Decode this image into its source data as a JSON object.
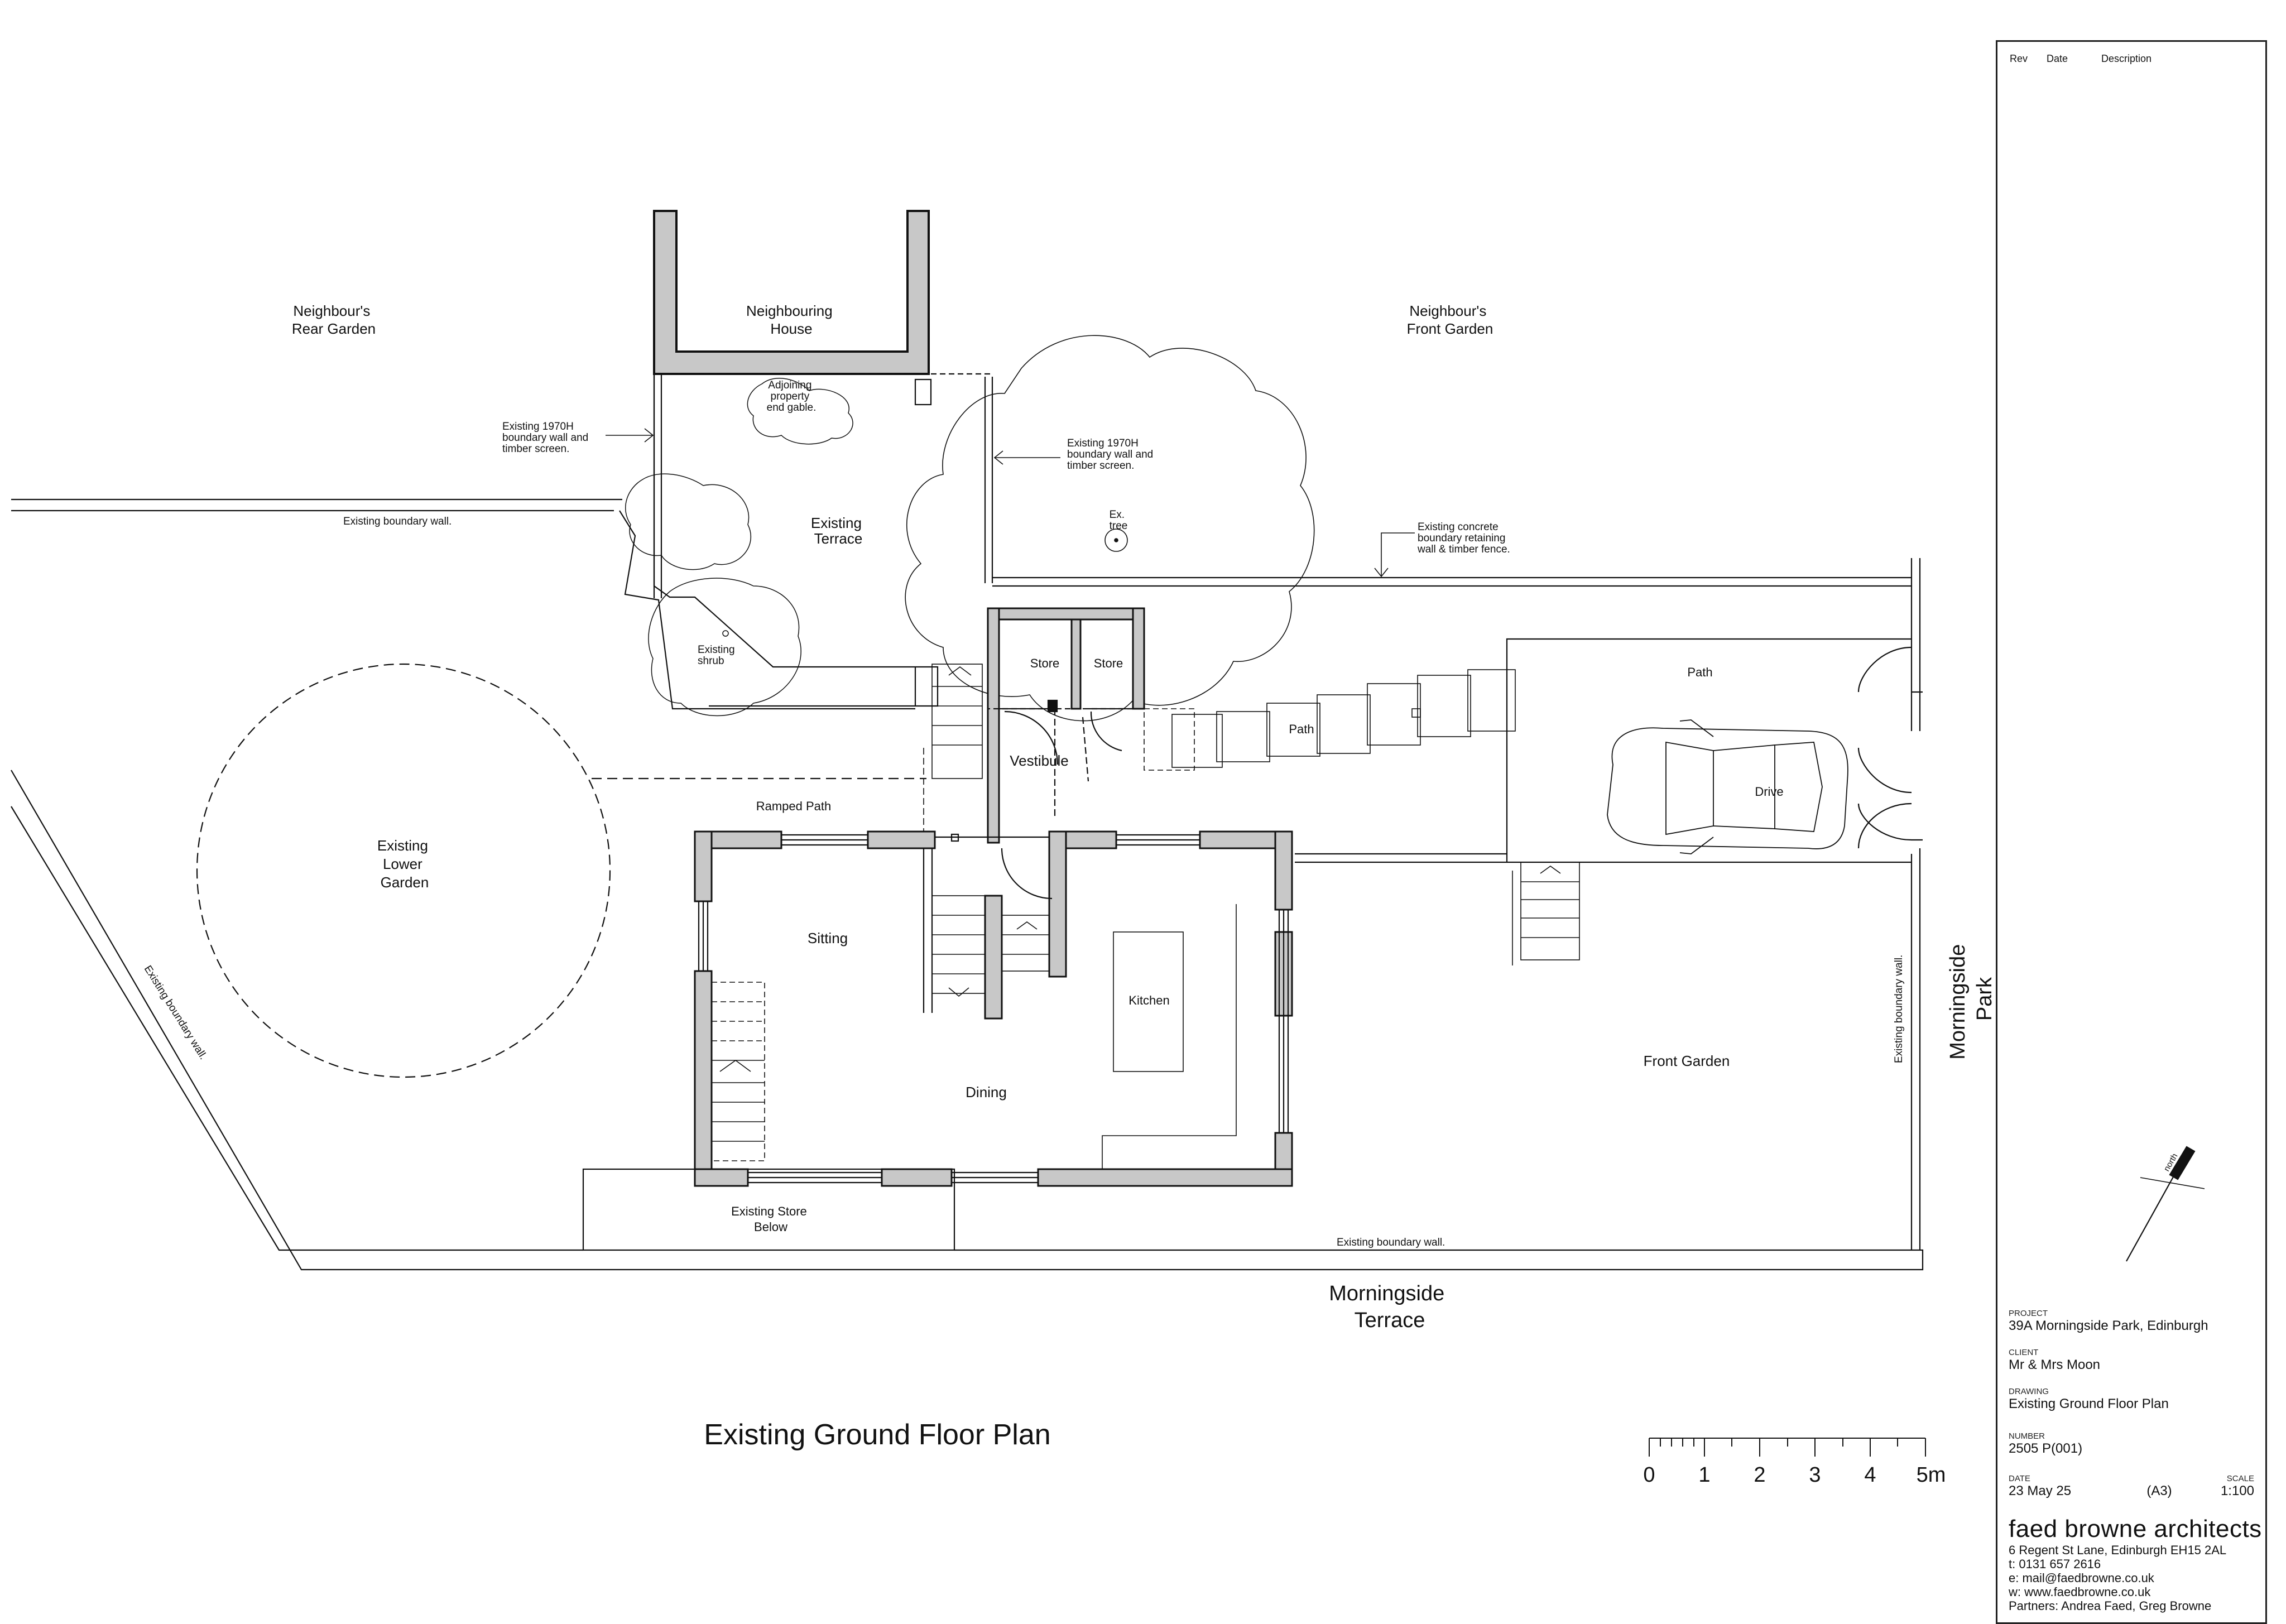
{
  "labels": {
    "neighbours_rear_garden": [
      "Neighbour's",
      "Rear Garden"
    ],
    "neighbouring_house": [
      "Neighbouring",
      "House"
    ],
    "neighbours_front_garden": [
      "Neighbour's",
      "Front Garden"
    ],
    "adjoining_gable": [
      "Adjoining",
      "property",
      "end gable."
    ],
    "boundary_wall_left": [
      "Existing 1970H",
      "boundary wall and",
      "timber screen."
    ],
    "boundary_wall_right": [
      "Existing 1970H",
      "boundary wall and",
      "timber screen."
    ],
    "existing_boundary_wall_top": "Existing boundary wall.",
    "existing_terrace": [
      "Existing",
      "Terrace"
    ],
    "ex_tree": [
      "Ex.",
      "tree"
    ],
    "concrete_wall": [
      "Existing concrete",
      "boundary retaining",
      "wall & timber fence."
    ],
    "existing_shrub": [
      "Existing",
      "shrub"
    ],
    "store_1": "Store",
    "store_2": "Store",
    "path_1": "Path",
    "path_2": "Path",
    "vestibule": "Vestibule",
    "ramped_path": "Ramped Path",
    "drive": "Drive",
    "existing_lower_garden": [
      "Existing",
      "Lower",
      "Garden"
    ],
    "sitting": "Sitting",
    "kitchen": "Kitchen",
    "dining": "Dining",
    "front_garden": "Front Garden",
    "existing_boundary_wall_diag": "Existing boundary wall.",
    "existing_boundary_wall_vert": "Existing boundary wall.",
    "existing_boundary_wall_bottom": "Existing boundary wall.",
    "existing_store_below": [
      "Existing Store",
      "Below"
    ],
    "morningside_terrace": [
      "Morningside",
      "Terrace"
    ],
    "morningside_park": [
      "Morningside",
      "Park"
    ],
    "north": "north"
  },
  "drawing_title": "Existing Ground Floor Plan",
  "scale_bar": {
    "ticks": [
      "0",
      "1",
      "2",
      "3",
      "4",
      "5m"
    ]
  },
  "title_block": {
    "rev_headers": {
      "rev": "Rev",
      "date": "Date",
      "description": "Description"
    },
    "project_key": "PROJECT",
    "project_val": "39A Morningside Park, Edinburgh",
    "client_key": "CLIENT",
    "client_val": "Mr & Mrs Moon",
    "drawing_key": "DRAWING",
    "drawing_val": "Existing Ground Floor Plan",
    "number_key": "NUMBER",
    "number_val": "2505  P(001)",
    "date_key": "DATE",
    "scale_key": "SCALE",
    "date_val": "23 May 25",
    "paper_val": "(A3)",
    "scale_val": "1:100",
    "firm_name": "faed browne architects",
    "firm_address": "6 Regent St Lane, Edinburgh  EH15 2AL",
    "firm_tel": "t:  0131 657 2616",
    "firm_email": "e:  mail@faedbrowne.co.uk",
    "firm_web": "w:  www.faedbrowne.co.uk",
    "firm_partners": "Partners:  Andrea Faed,  Greg Browne"
  },
  "colors": {
    "ink": "#111111",
    "wall_fill": "#c8c8c8",
    "paper": "#ffffff"
  }
}
